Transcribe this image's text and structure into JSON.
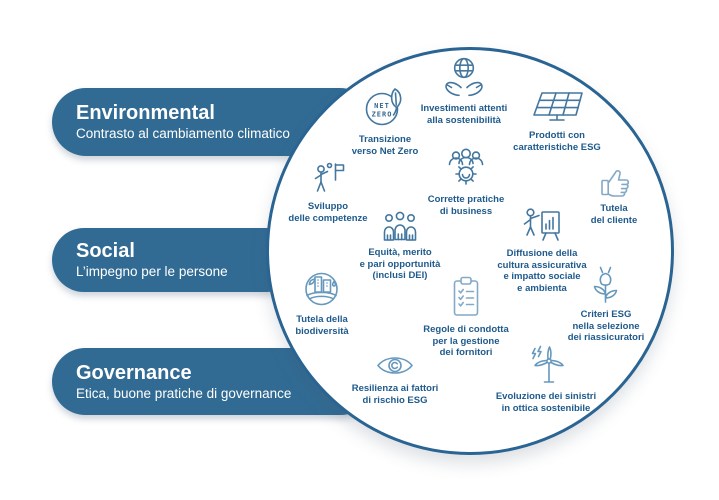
{
  "background_color": "#ffffff",
  "colors": {
    "pill_fill": "#316b94",
    "circle_border": "#2a6492",
    "item_label_text": "#1e5a8c",
    "icon_dark": "#43779f",
    "icon_mid": "#6698bd",
    "icon_light": "#84a9c6"
  },
  "pills": [
    {
      "title": "Environmental",
      "subtitle": "Contrasto al cambiamento climatico"
    },
    {
      "title": "Social",
      "subtitle": "L’impegno per le persone"
    },
    {
      "title": "Governance",
      "subtitle": "Etica, buone pratiche di governance"
    }
  ],
  "circle": {
    "items": [
      {
        "icon": "hands-globe-icon",
        "label": "Investimenti attenti\nalla sostenibilità"
      },
      {
        "icon": "net-zero-icon",
        "badge": [
          "NET",
          "ZERO"
        ],
        "label": "Transizione\nverso Net Zero"
      },
      {
        "icon": "solar-panel-icon",
        "label": "Prodotti con\ncaratteristiche ESG"
      },
      {
        "icon": "person-flag-icon",
        "label": "Sviluppo\ndelle competenze"
      },
      {
        "icon": "gear-people-icon",
        "label": "Corrette pratiche\ndi business"
      },
      {
        "icon": "thumbs-up-icon",
        "label": "Tutela\ndel cliente"
      },
      {
        "icon": "people-group-icon",
        "label": "Equità, merito\ne pari opportunità\n(inclusi DEI)"
      },
      {
        "icon": "presenter-chart-icon",
        "label": "Diffusione della\ncultura assicurativa\ne impatto sociale\ne ambienta"
      },
      {
        "icon": "globe-city-icon",
        "label": "Tutela della\nbiodiversità"
      },
      {
        "icon": "clipboard-check-icon",
        "label": "Regole di condotta\nper la gestione\ndei fornitori"
      },
      {
        "icon": "plant-plug-icon",
        "label": "Criteri ESG\nnella selezione\ndei riassicuratori"
      },
      {
        "icon": "eye-icon",
        "label": "Resilienza ai fattori\ndi rischio ESG"
      },
      {
        "icon": "wind-turbine-icon",
        "label": "Evoluzione dei sinistri\nin ottica sostenibile"
      }
    ]
  }
}
